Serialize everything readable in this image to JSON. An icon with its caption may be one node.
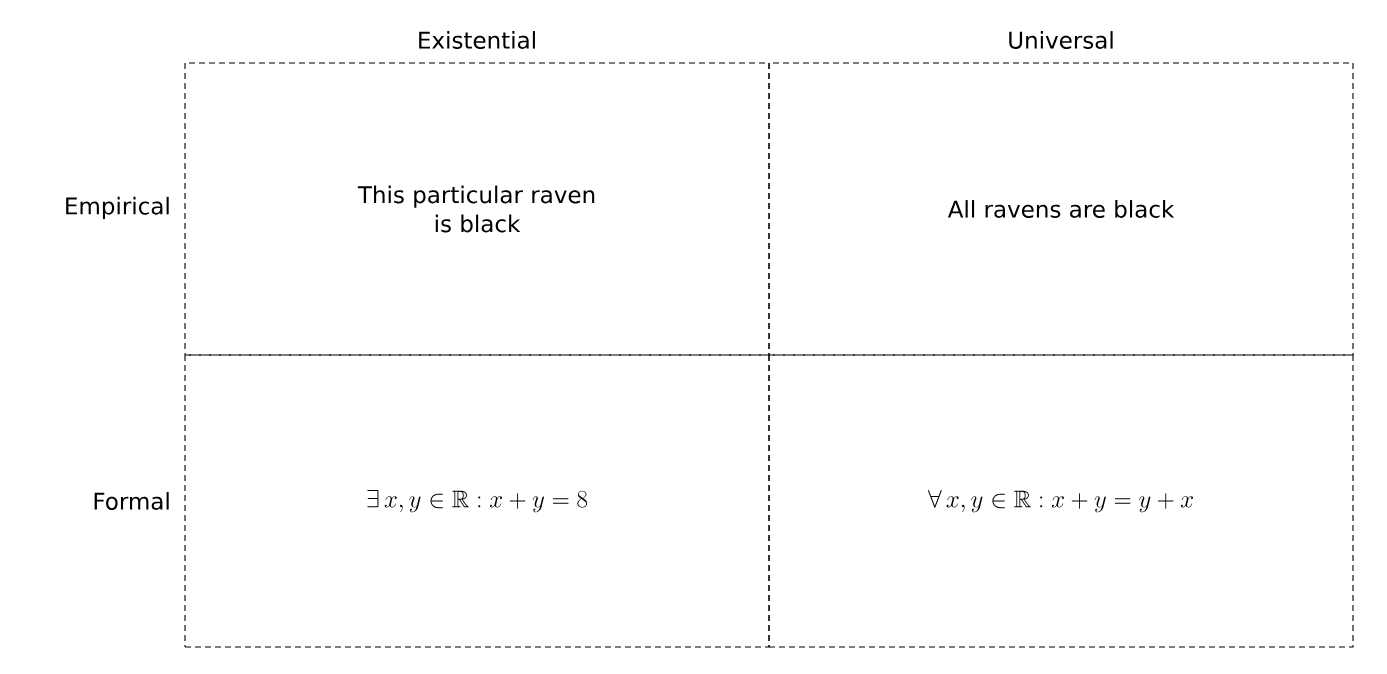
{
  "diagram": {
    "nodes": [
      {
        "text": [
          "This particular raven is black"
        ]
      },
      {
        "text": [
          "All ravens are black"
        ]
      },
      {
        "text": [
          "\\exists\\, x,y \\in \\mathbb{R} : x+y=8"
        ]
      },
      {
        "text": [
          "\\forall\\, x,y \\in \\mathbb{R} : x+y=y+x"
        ]
      }
    ],
    "labels": [
      "Existential",
      "Universal",
      "Empirical",
      "Formal"
    ]
  }
}
